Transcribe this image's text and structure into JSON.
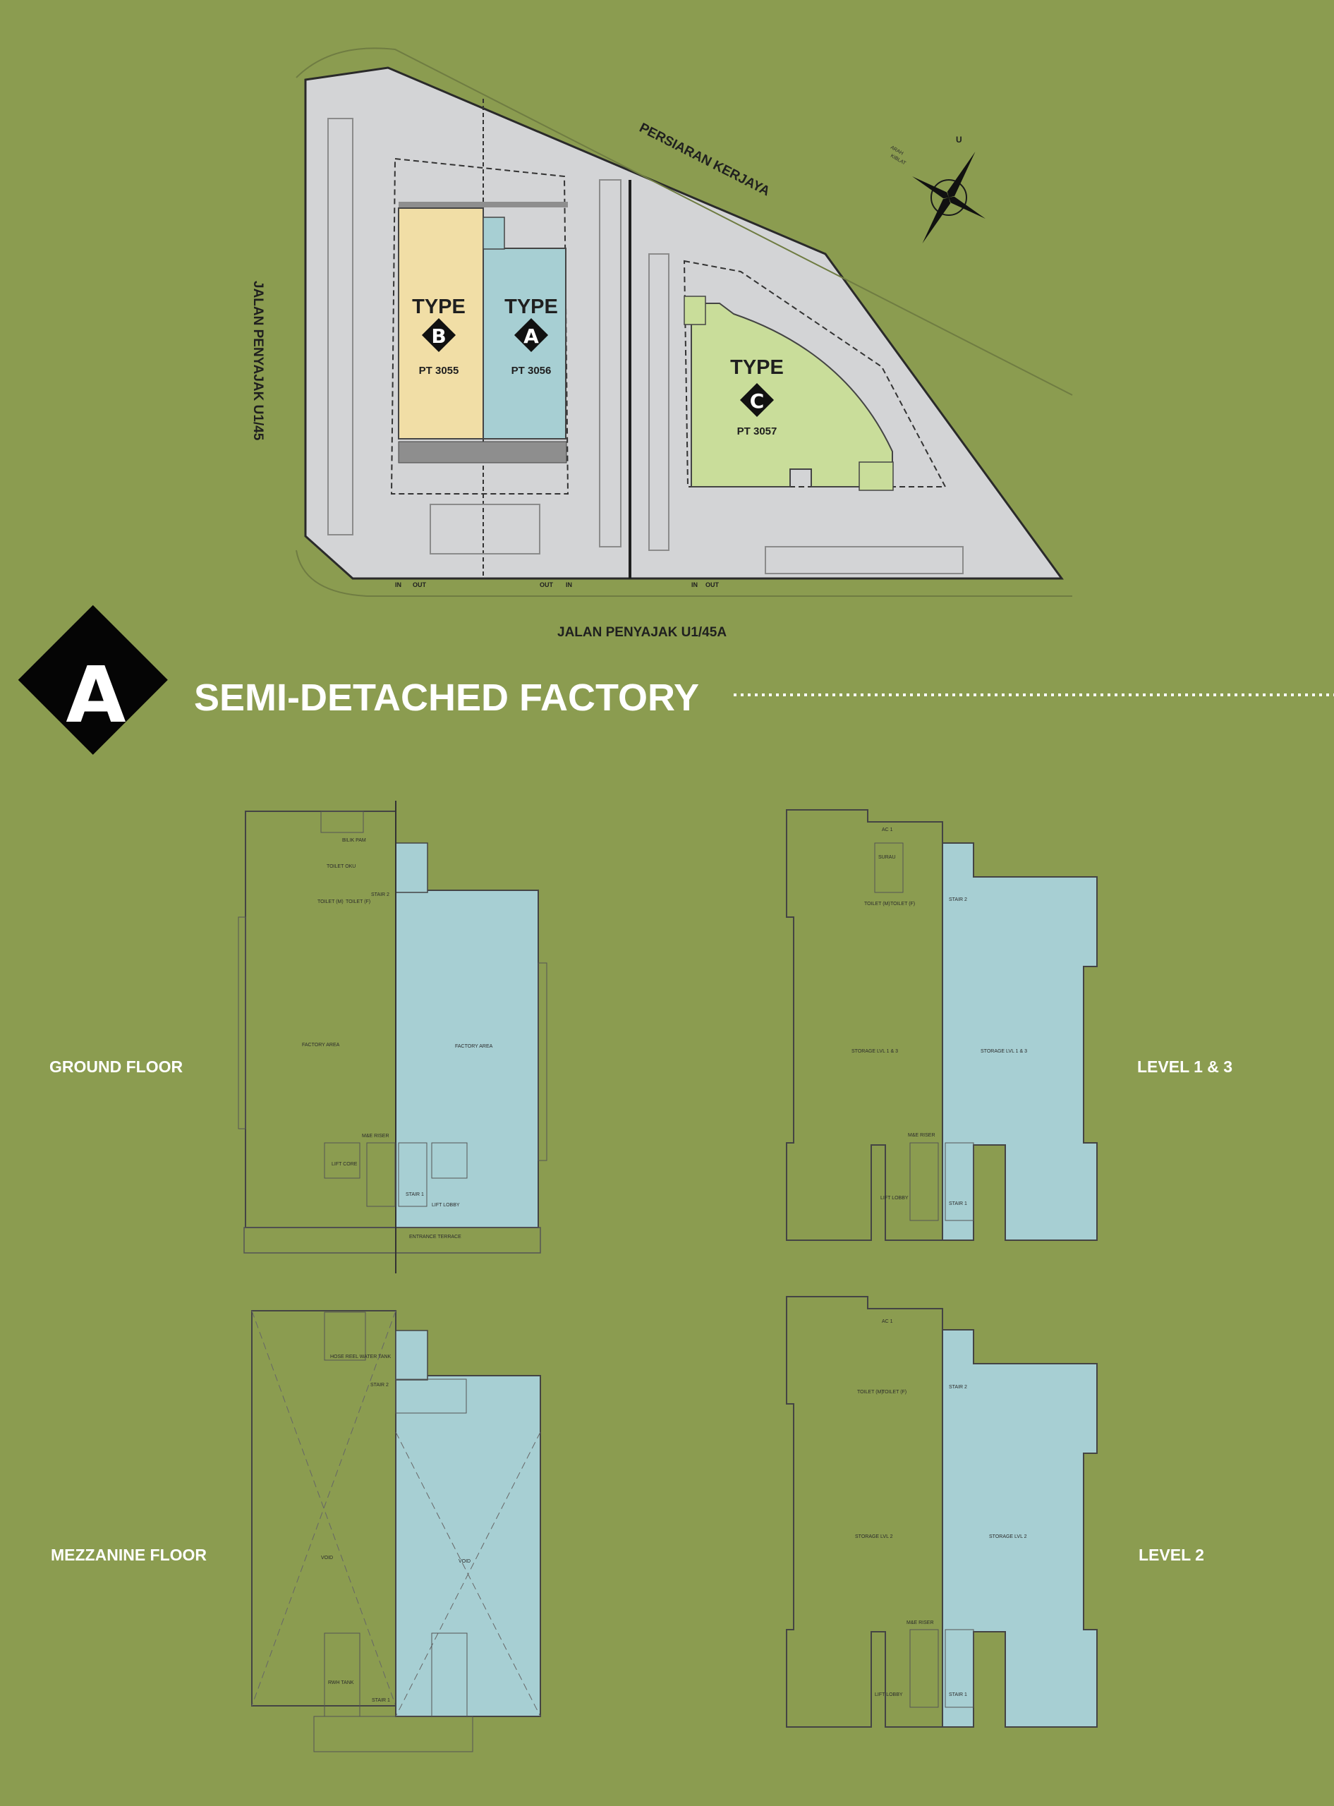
{
  "site": {
    "roads": {
      "north_east": "PERSIARAN KERJAYA",
      "west": "JALAN PENYAJAK U1/45",
      "south": "JALAN PENYAJAK U1/45A"
    },
    "compass": {
      "north": "U",
      "text1": "ARAH",
      "text2": "KIBLAT"
    },
    "lots": [
      {
        "type_word": "TYPE",
        "letter": "B",
        "lot": "PT 3055"
      },
      {
        "type_word": "TYPE",
        "letter": "A",
        "lot": "PT 3056"
      },
      {
        "type_word": "TYPE",
        "letter": "C",
        "lot": "PT 3057"
      }
    ],
    "gates": {
      "in": "IN",
      "out": "OUT"
    }
  },
  "section": {
    "badge_letter": "A",
    "title": "SEMI-DETACHED FACTORY"
  },
  "plans": {
    "ground": {
      "label": "GROUND FLOOR",
      "rooms": [
        "BILIK PAM",
        "TOILET OKU",
        "STAIR 2",
        "TOILET (M)",
        "TOILET (F)",
        "FACTORY AREA",
        "FACTORY AREA",
        "M&E RISER",
        "LIFT CORE",
        "STAIR 1",
        "LIFT LOBBY",
        "ENTRANCE TERRACE"
      ]
    },
    "level13": {
      "label": "LEVEL 1 & 3",
      "rooms": [
        "AC 1",
        "SURAU",
        "STAIR 2",
        "TOILET (M)",
        "TOILET (F)",
        "STORAGE LVL 1 & 3",
        "STORAGE LVL 1 & 3",
        "M&E RISER",
        "LIFT LOBBY",
        "STAIR 1"
      ]
    },
    "mezz": {
      "label": "MEZZANINE FLOOR",
      "rooms": [
        "HOSE REEL WATER TANK",
        "STAIR 2",
        "VOID",
        "VOID",
        "RWH TANK",
        "STAIR 1"
      ]
    },
    "level2": {
      "label": "LEVEL 2",
      "rooms": [
        "AC 1",
        "STAIR 2",
        "TOILET (M)",
        "TOILET (F)",
        "STORAGE LVL 2",
        "STORAGE LVL 2",
        "M&E RISER",
        "LIFT LOBBY",
        "STAIR 1"
      ]
    }
  },
  "colors": {
    "background": "#8b9c50",
    "type_a": "#a7cfd3",
    "type_b": "#f1dea6",
    "type_c": "#c9dd9a",
    "site_grey": "#cfd1d3"
  }
}
